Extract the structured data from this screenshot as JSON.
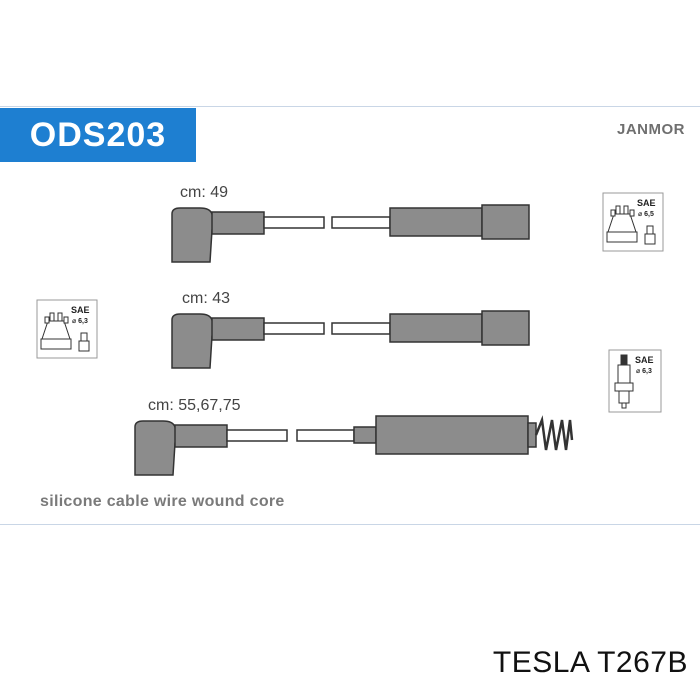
{
  "header": {
    "code": "ODS203",
    "brand": "JANMOR"
  },
  "leads": [
    {
      "length_label": "cm: 49"
    },
    {
      "length_label": "cm: 43"
    },
    {
      "length_label": "cm: 55,67,75"
    }
  ],
  "sae_badges": [
    {
      "standard": "SAE",
      "diameter": "⌀ 6,5"
    },
    {
      "standard": "SAE",
      "diameter": "⌀ 6,3"
    },
    {
      "standard": "SAE",
      "diameter": "⌀ 6,3"
    }
  ],
  "footer": {
    "description": "silicone cable wire wound core",
    "reference": "TESLA T267B"
  },
  "colors": {
    "badge_blue": "#1e7fd1",
    "rule": "#c9d6e6",
    "part_fill": "#8c8c8c"
  }
}
